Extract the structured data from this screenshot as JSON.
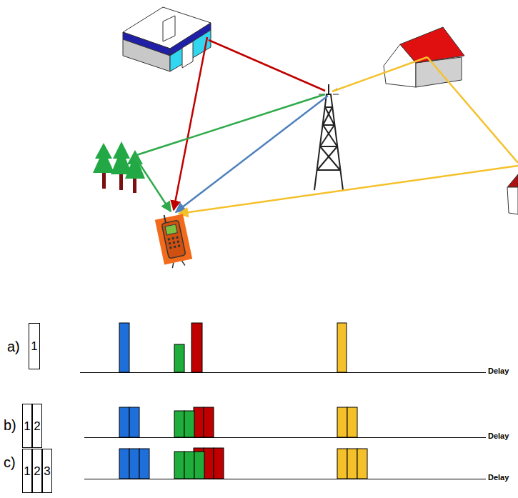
{
  "diagram": {
    "nodes": [
      {
        "text": [
          "1"
        ]
      },
      {
        "text": [
          "1"
        ]
      },
      {
        "text": [
          "2"
        ]
      },
      {
        "text": [
          "1"
        ]
      },
      {
        "text": [
          "2"
        ]
      },
      {
        "text": [
          "3"
        ]
      }
    ],
    "labels": [
      "a)",
      "b)",
      "c)",
      "Delay",
      "Delay",
      "Delay"
    ]
  }
}
